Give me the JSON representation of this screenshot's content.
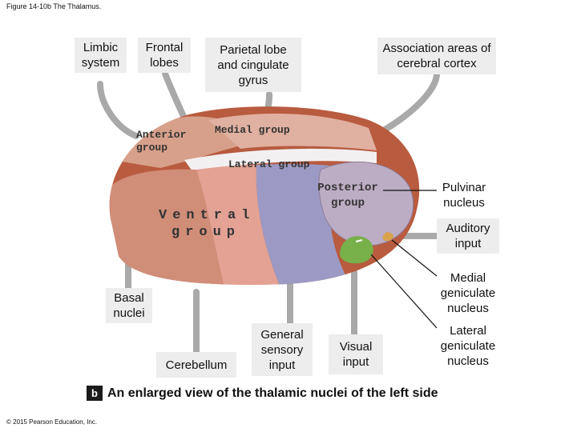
{
  "figure_title": "Figure 14-10b The Thalamus.",
  "copyright": "© 2015 Pearson Education, Inc.",
  "caption": {
    "letter": "b",
    "text": "An enlarged view of the thalamic nuclei of the left side"
  },
  "labels": {
    "limbic_system": "Limbic system",
    "frontal_lobes": "Frontal lobes",
    "parietal_lobe": "Parietal lobe and cingulate gyrus",
    "association_areas": "Association areas of cerebral cortex",
    "pulvinar_nucleus": "Pulvinar nucleus",
    "auditory_input": "Auditory input",
    "medial_geniculate": "Medial geniculate nucleus",
    "lateral_geniculate": "Lateral geniculate nucleus",
    "basal_nuclei": "Basal nuclei",
    "cerebellum": "Cerebellum",
    "general_sensory": "General sensory input",
    "visual_input": "Visual input"
  },
  "nuclei": {
    "anterior_group": "Anterior group",
    "medial_group": "Medial group",
    "lateral_group": "Lateral group",
    "posterior_group": "Posterior group",
    "ventral_group_line1": "Ventral",
    "ventral_group_line2": "group"
  },
  "colors": {
    "ventral_left": "#d08d78",
    "ventral_middle": "#e3a294",
    "ventral_right": "#c3a8c9",
    "lateral_group": "#9c9ac4",
    "pulvinar": "#bcadc5",
    "anterior": "#d7a08a",
    "medial": "#e0b0a0",
    "outer": "#b85b3f",
    "arrow": "#a9a9a9",
    "geniculate": "#78b04a"
  }
}
